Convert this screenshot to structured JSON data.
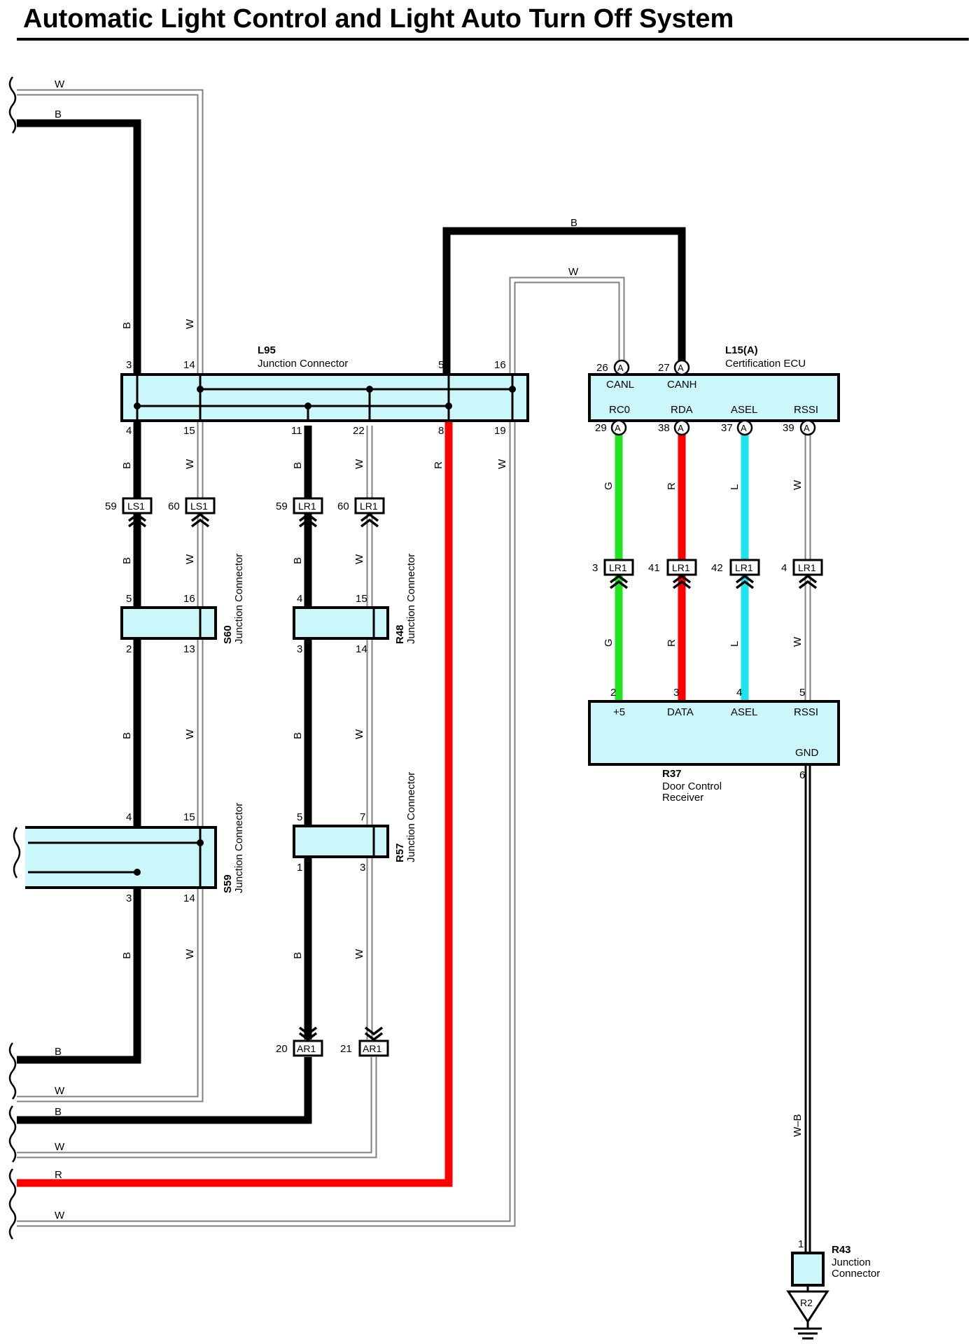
{
  "page": {
    "title": "Automatic Light Control and Light Auto Turn Off System"
  },
  "colors": {
    "box_fill": "#ccf7fa",
    "black": "#000000",
    "red": "#ff0000",
    "green": "#21e421",
    "blue": "#1ee4f0",
    "white_wire": "#ffffff",
    "wire_outline": "#808080"
  },
  "wire_labels": {
    "b": "B",
    "w": "W",
    "r": "R",
    "g": "G",
    "l": "L",
    "wb": "W–B"
  },
  "components": {
    "l95": {
      "code": "L95",
      "desc": "Junction Connector",
      "pins": {
        "p3": "3",
        "p14": "14",
        "p5": "5",
        "p16": "16",
        "p4": "4",
        "p15": "15",
        "p11": "11",
        "p22": "22",
        "p8": "8",
        "p19": "19"
      }
    },
    "l15": {
      "code": "L15(A)",
      "desc": "Certification ECU",
      "terminals": {
        "canl": "CANL",
        "canh": "CANH",
        "rc0": "RC0",
        "rda": "RDA",
        "asel": "ASEL",
        "rssi": "RSSI"
      },
      "pins": {
        "p26": "26",
        "p27": "27",
        "p29": "29",
        "p38": "38",
        "p37": "37",
        "p39": "39"
      },
      "pin_mark": "A"
    },
    "r37": {
      "code": "R37",
      "desc1": "Door Control",
      "desc2": "Receiver",
      "terminals": {
        "plus5": "+5",
        "data": "DATA",
        "asel": "ASEL",
        "rssi": "RSSI",
        "gnd": "GND"
      },
      "pins": {
        "p2": "2",
        "p3": "3",
        "p4": "4",
        "p5": "5",
        "p6": "6"
      }
    },
    "s60": {
      "code": "S60",
      "desc": "Junction Connector",
      "pins": {
        "p5": "5",
        "p16": "16",
        "p2": "2",
        "p13": "13"
      }
    },
    "r48": {
      "code": "R48",
      "desc": "Junction Connector",
      "pins": {
        "p4": "4",
        "p15": "15",
        "p3": "3",
        "p14": "14"
      }
    },
    "s59": {
      "code": "S59",
      "desc": "Junction Connector",
      "pins": {
        "p4": "4",
        "p15": "15",
        "p3": "3",
        "p14": "14"
      }
    },
    "r57": {
      "code": "R57",
      "desc": "Junction Connector",
      "pins": {
        "p5": "5",
        "p7": "7",
        "p1": "1",
        "p3": "3"
      }
    },
    "r43": {
      "code": "R43",
      "desc1": "Junction",
      "desc2": "Connector",
      "pins": {
        "p1": "1"
      }
    },
    "r2": {
      "code": "R2"
    }
  },
  "connectors": {
    "ls1": {
      "label": "LS1",
      "pins": {
        "p59": "59",
        "p60": "60"
      }
    },
    "lr1_left": {
      "label": "LR1",
      "pins": {
        "p59": "59",
        "p60": "60"
      }
    },
    "lr1_right": {
      "label": "LR1",
      "pins": {
        "p3": "3",
        "p41": "41",
        "p42": "42",
        "p4": "4"
      }
    },
    "ar1": {
      "label": "AR1",
      "pins": {
        "p20": "20",
        "p21": "21"
      }
    }
  }
}
